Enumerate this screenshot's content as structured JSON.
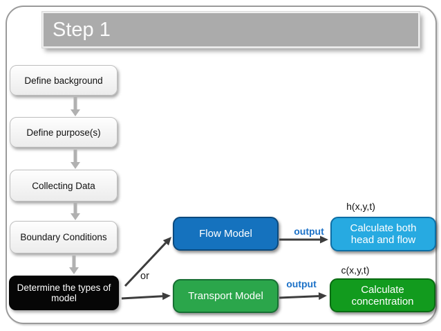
{
  "slide": {
    "title": "Step 1",
    "left_flow": {
      "steps": [
        {
          "label": "Define background"
        },
        {
          "label": "Define purpose(s)"
        },
        {
          "label": "Collecting Data"
        },
        {
          "label": "Boundary Conditions"
        },
        {
          "label": "Determine the types of model"
        }
      ]
    },
    "branch": {
      "or_label": "or",
      "flow_path": {
        "model_label": "Flow Model",
        "arrow_label": "output",
        "annotation": "h(x,y,t)",
        "result_label": "Calculate both head and flow"
      },
      "transport_path": {
        "model_label": "Transport Model",
        "arrow_label": "output",
        "annotation": "c(x,y,t)",
        "result_label": "Calculate concentration"
      }
    },
    "colors": {
      "title_bar": "#ababab",
      "flow_model_box": "#1572be",
      "transport_model_box": "#2ba64b",
      "head_flow_result_box": "#27aae1",
      "concentration_result_box": "#129b1e",
      "output_text": "#1c71c7",
      "types_of_model_box": "#060606",
      "step_arrow": "#b1b1b1",
      "connector_arrow": "#3d3d3d"
    }
  }
}
